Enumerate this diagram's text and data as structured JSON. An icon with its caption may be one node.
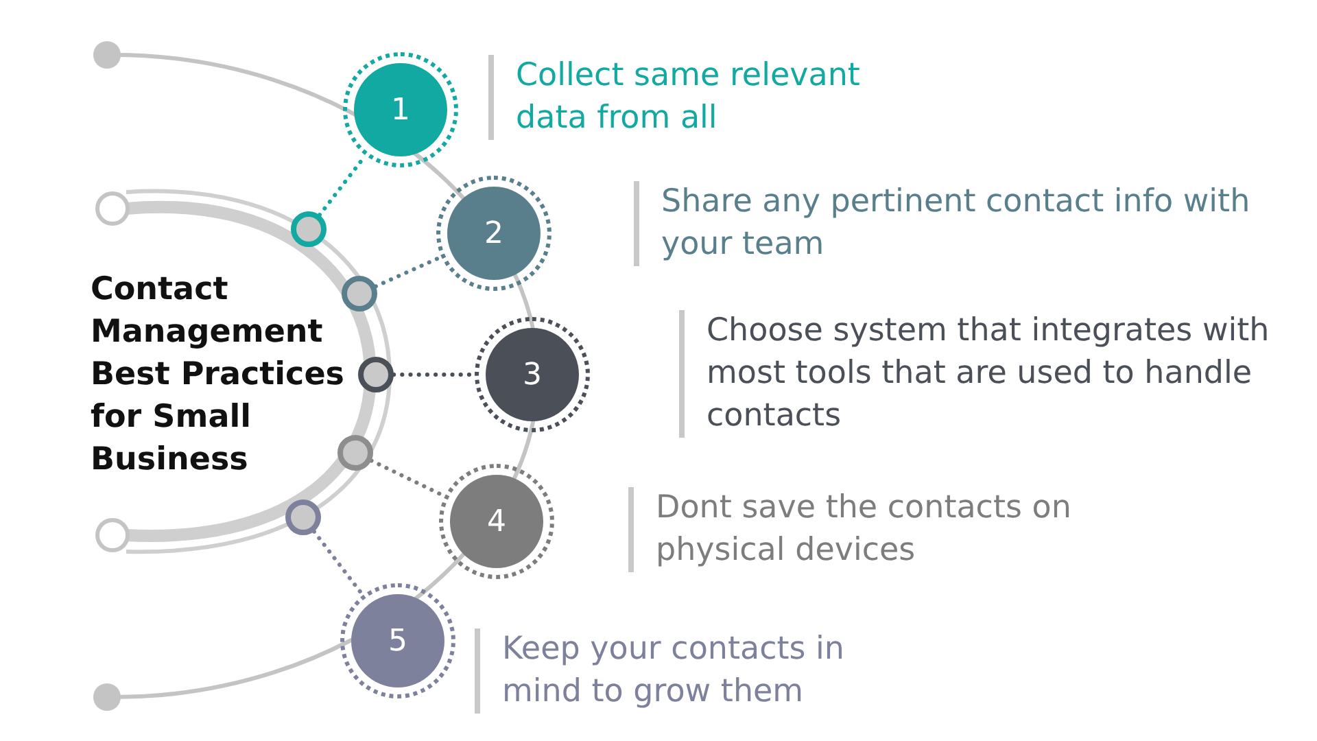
{
  "diagram": {
    "title": "Contact Management Best Practices for Small Business",
    "nodes": [
      {
        "text": [
          "1"
        ],
        "beside": [
          "Collect same relevant data from all"
        ]
      },
      {
        "text": [
          "2"
        ],
        "beside": [
          "Share any pertinent contact info with your team"
        ]
      },
      {
        "text": [
          "3"
        ],
        "beside": [
          "Choose system that integrates with most tools that are used to handle contacts"
        ]
      },
      {
        "text": [
          "4"
        ],
        "beside": [
          "Dont save the contacts on physical devices"
        ]
      },
      {
        "text": [
          "5"
        ],
        "beside": [
          "Keep your contacts in mind to grow them"
        ]
      },
      {
        "text": [],
        "shape": "circle"
      },
      {
        "text": [],
        "shape": "circle"
      },
      {
        "text": [],
        "shape": "circle"
      },
      {
        "text": [],
        "shape": "circle"
      },
      {
        "text": [],
        "shape": "circle"
      }
    ],
    "edges": [
      {
        "from": 5,
        "to": 0,
        "arrow": "none",
        "color": "#13a9a3"
      },
      {
        "from": 6,
        "to": 1,
        "arrow": "none",
        "color": "#5a7f8c"
      },
      {
        "from": 7,
        "to": 2,
        "arrow": "none",
        "color": "#4a4f58"
      },
      {
        "from": 8,
        "to": 3,
        "arrow": "none",
        "color": "#7d7d7d"
      },
      {
        "from": 9,
        "to": 4,
        "arrow": "none",
        "color": "#7e819c"
      }
    ]
  }
}
